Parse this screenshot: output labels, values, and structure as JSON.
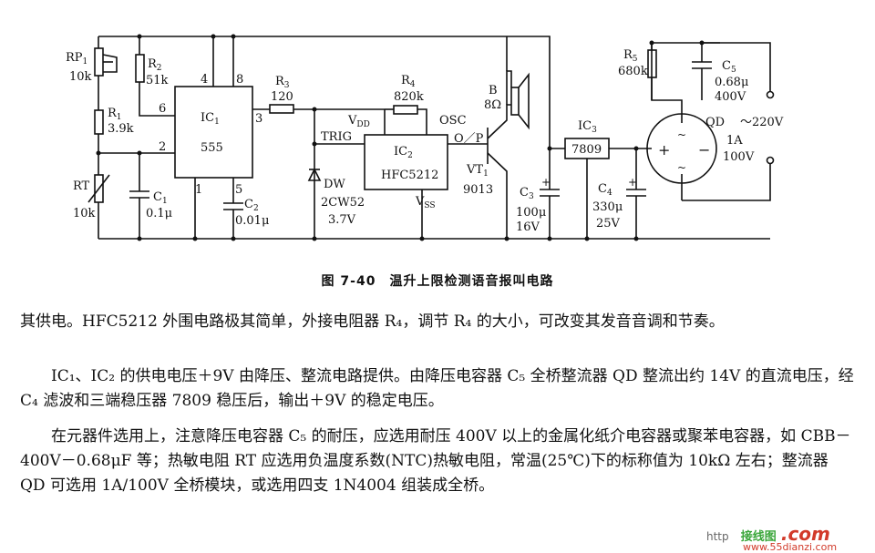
{
  "figure": {
    "caption": "图 7-40　温升上限检测语音报叫电路",
    "labels": {
      "rp1": "RP",
      "rp1_sub": "1",
      "rp1_val": "10k",
      "r1": "R",
      "r1_sub": "1",
      "r1_val": "3.9k",
      "rt": "RT",
      "rt_val": "10k",
      "r2": "R",
      "r2_sub": "2",
      "r2_val": "51k",
      "c1": "C",
      "c1_sub": "1",
      "c1_val": "0.1μ",
      "ic1": "IC",
      "ic1_sub": "1",
      "ic1_part": "555",
      "pin4": "4",
      "pin8": "8",
      "pin6": "6",
      "pin2": "2",
      "pin3": "3",
      "pin1": "1",
      "pin5": "5",
      "c2": "C",
      "c2_sub": "2",
      "c2_val": "0.01μ",
      "r3": "R",
      "r3_sub": "3",
      "r3_val": "120",
      "r4": "R",
      "r4_sub": "4",
      "r4_val": "820k",
      "vdd": "V",
      "vdd_sub": "DD",
      "trig": "TRIG",
      "ic2": "IC",
      "ic2_sub": "2",
      "ic2_part": "HFC5212",
      "vss": "V",
      "vss_sub": "SS",
      "osc": "OSC",
      "op": "O／P",
      "dw": "DW",
      "dw_part": "2CW52",
      "dw_val": "3.7V",
      "speaker": "B",
      "speaker_val": "8Ω",
      "vt1": "VT",
      "vt1_sub": "1",
      "vt1_part": "9013",
      "c3": "C",
      "c3_sub": "3",
      "c3_val1": "100μ",
      "c3_val2": "16V",
      "ic3": "IC",
      "ic3_sub": "3",
      "ic3_part": "7809",
      "c4": "C",
      "c4_sub": "4",
      "c4_val1": "330μ",
      "c4_val2": "25V",
      "r5": "R",
      "r5_sub": "5",
      "r5_val": "680k",
      "c5": "C",
      "c5_sub": "5",
      "c5_val1": "0.68μ",
      "c5_val2": "400V",
      "qd": "QD",
      "qd_val1": "1A",
      "qd_val2": "100V",
      "ac": "～220V"
    }
  },
  "body": {
    "p1": "其供电。HFC5212 外围电路极其简单，外接电阻器 R₄，调节 R₄ 的大小，可改变其发音音调和节奏。",
    "p2": "IC₁、IC₂ 的供电电压＋9V 由降压、整流电路提供。由降压电容器 C₅ 全桥整流器 QD 整流出约 14V 的直流电压，经 C₄ 滤波和三端稳压器 7809 稳压后，输出＋9V 的稳定电压。",
    "p3": "在元器件选用上，注意降压电容器 C₅ 的耐压，应选用耐压 400V 以上的金属化纸介电容器或聚苯电容器，如 CBB－400V－0.68μF 等；热敏电阻 RT 应选用负温度系数(NTC)热敏电阻，常温(25℃)下的标称值为 10kΩ 左右；整流器 QD 可选用 1A/100V 全桥模块，或选用四支 1N4004 组装成全桥。"
  },
  "watermark": {
    "http": "http",
    "logo": "接线图",
    "com": ".com",
    "url": "www.55dianzi.com"
  },
  "colors": {
    "ink": "#111111",
    "watermark_green": "#3aa63a",
    "watermark_red": "#d23a2a"
  }
}
